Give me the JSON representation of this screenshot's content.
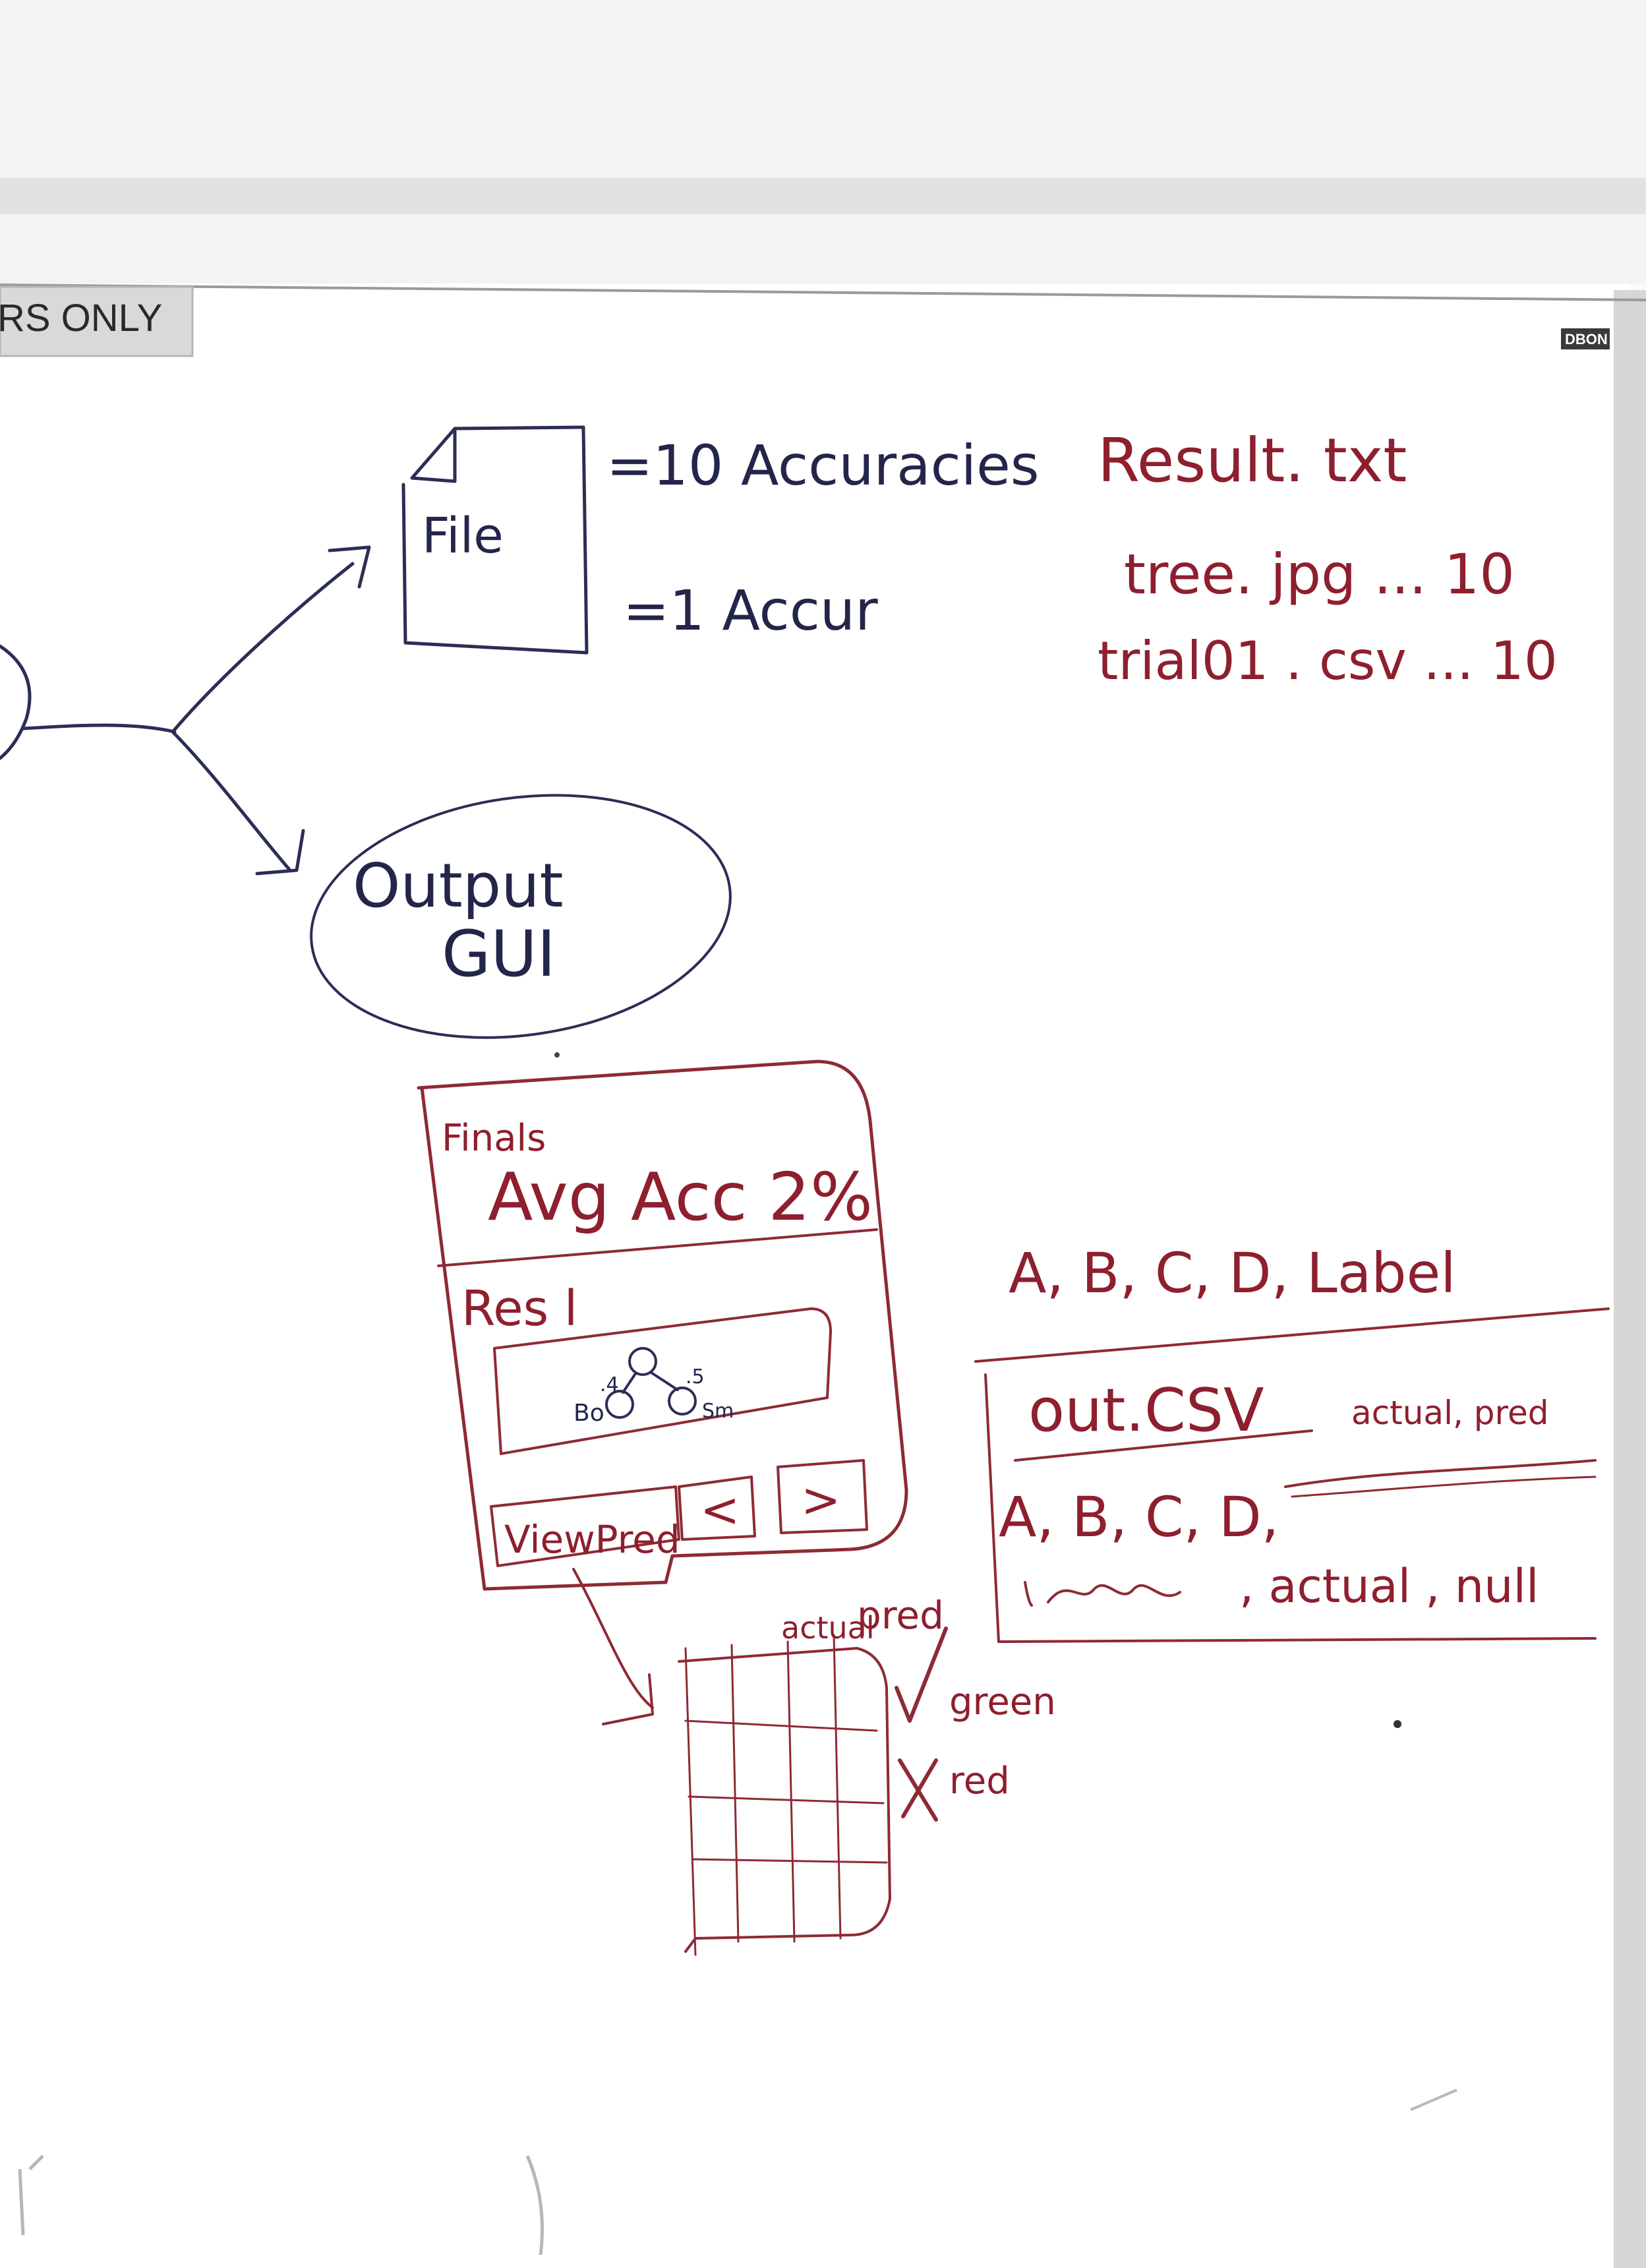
{
  "sign": {
    "text": "RS ONLY"
  },
  "brand": {
    "text": "DBON"
  },
  "file_diagram": {
    "file_label": "File",
    "ten_accuracies": "=10 Accuracies",
    "one_accuracy": "=1 Accur"
  },
  "results": {
    "title": "Result. txt",
    "line1": "tree. jpg ... 10",
    "line2": "trial01 . csv ... 10"
  },
  "output_gui": {
    "line1": "Output",
    "line2": "GUI"
  },
  "mockup": {
    "final_label": "Finals",
    "avg_acc": "Avg Acc 2%",
    "result_label": "Res l",
    "tree_nodes": [
      ".4",
      ".5",
      "Bo",
      "Sm"
    ],
    "view_pred_button": "ViewPred",
    "prev_button": "<",
    "next_button": ">"
  },
  "csv_note": {
    "columns": "A, B, C, D, Label",
    "filename": "out.CSV",
    "header": "A, B, C, D,",
    "header_right": "actual, pred",
    "row": ", actual , null"
  },
  "grid_note": {
    "col_actual": "actual",
    "col_pred": "pred",
    "check_label": "green",
    "x_label": "red"
  }
}
